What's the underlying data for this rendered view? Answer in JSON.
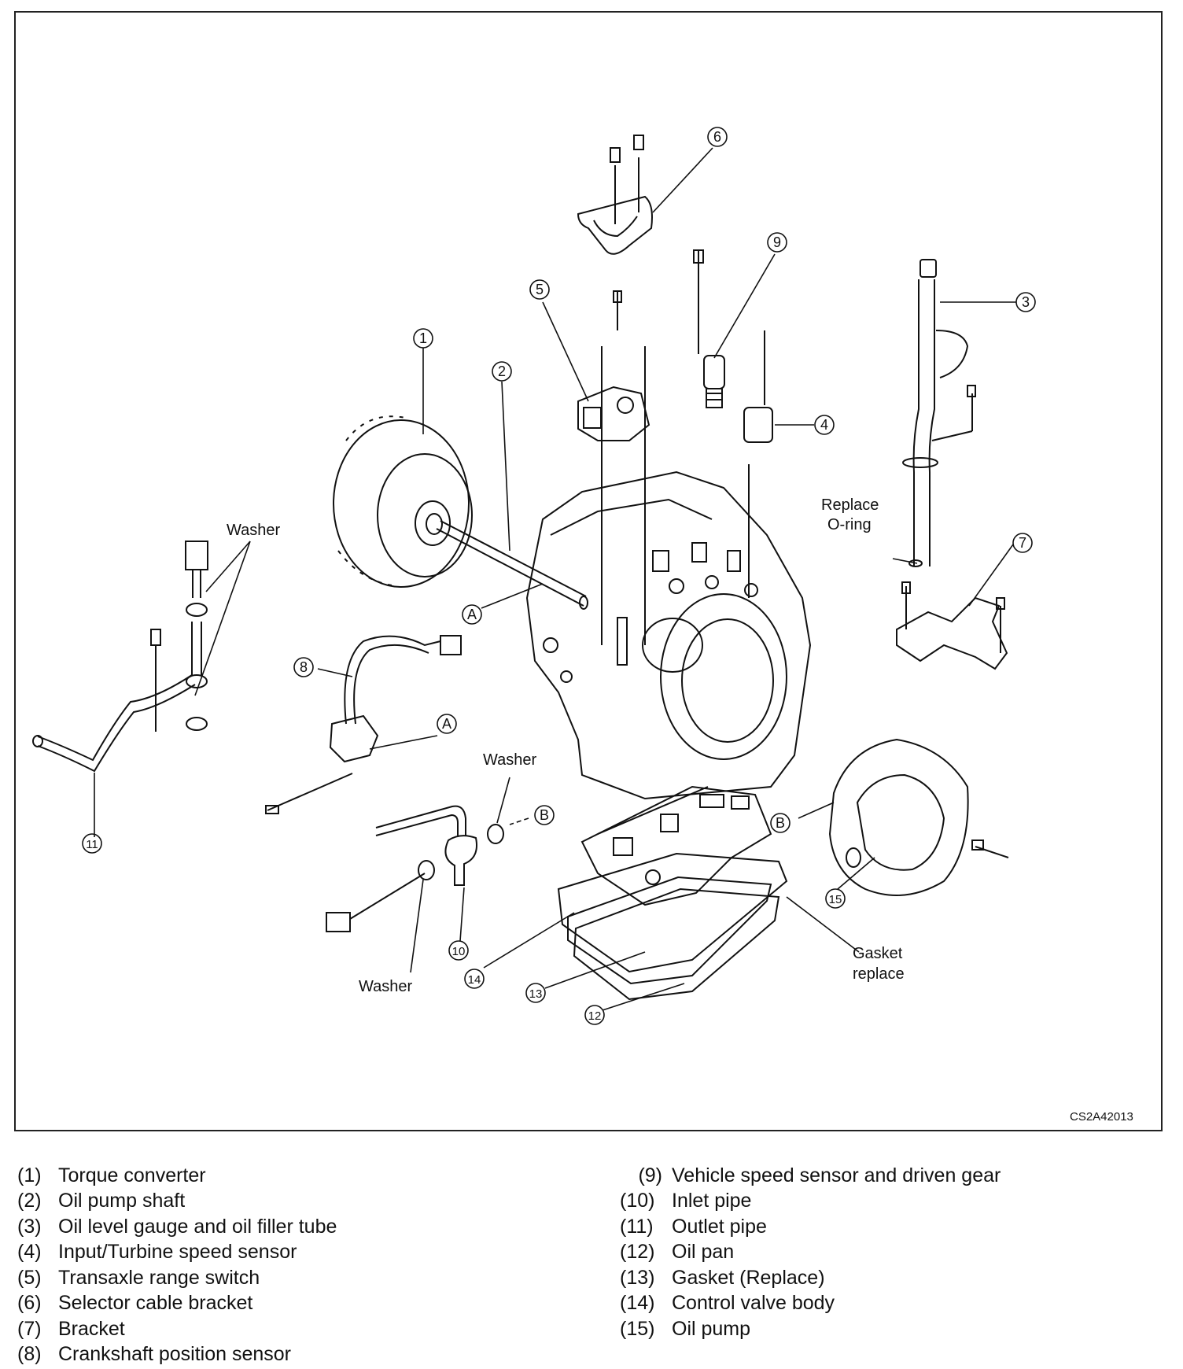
{
  "diagram": {
    "callouts": [
      "1",
      "2",
      "3",
      "4",
      "5",
      "6",
      "7",
      "8",
      "9",
      "10",
      "11",
      "12",
      "13",
      "14",
      "15"
    ],
    "ref_a": "A",
    "ref_b": "B",
    "labels": {
      "washer_top": "Washer",
      "washer_mid": "Washer",
      "washer_bottom": "Washer",
      "replace_oring_line1": "Replace",
      "replace_oring_line2": "O-ring",
      "gasket_line1": "Gasket",
      "gasket_line2": "replace"
    },
    "figure_code": "CS2A42013"
  },
  "legend": {
    "left": [
      {
        "num": "(1)",
        "text": "Torque converter"
      },
      {
        "num": "(2)",
        "text": "Oil pump shaft"
      },
      {
        "num": "(3)",
        "text": "Oil level gauge and oil filler tube"
      },
      {
        "num": "(4)",
        "text": "Input/Turbine speed sensor"
      },
      {
        "num": "(5)",
        "text": "Transaxle range switch"
      },
      {
        "num": "(6)",
        "text": "Selector cable bracket"
      },
      {
        "num": "(7)",
        "text": "Bracket"
      },
      {
        "num": "(8)",
        "text": "Crankshaft position sensor"
      }
    ],
    "right": [
      {
        "num": "(9)",
        "text": "Vehicle speed sensor and driven gear"
      },
      {
        "num": "(10)",
        "text": "Inlet pipe"
      },
      {
        "num": "(11)",
        "text": "Outlet pipe"
      },
      {
        "num": "(12)",
        "text": "Oil pan"
      },
      {
        "num": "(13)",
        "text": "Gasket (Replace)"
      },
      {
        "num": "(14)",
        "text": "Control valve body"
      },
      {
        "num": "(15)",
        "text": "Oil pump"
      }
    ]
  }
}
